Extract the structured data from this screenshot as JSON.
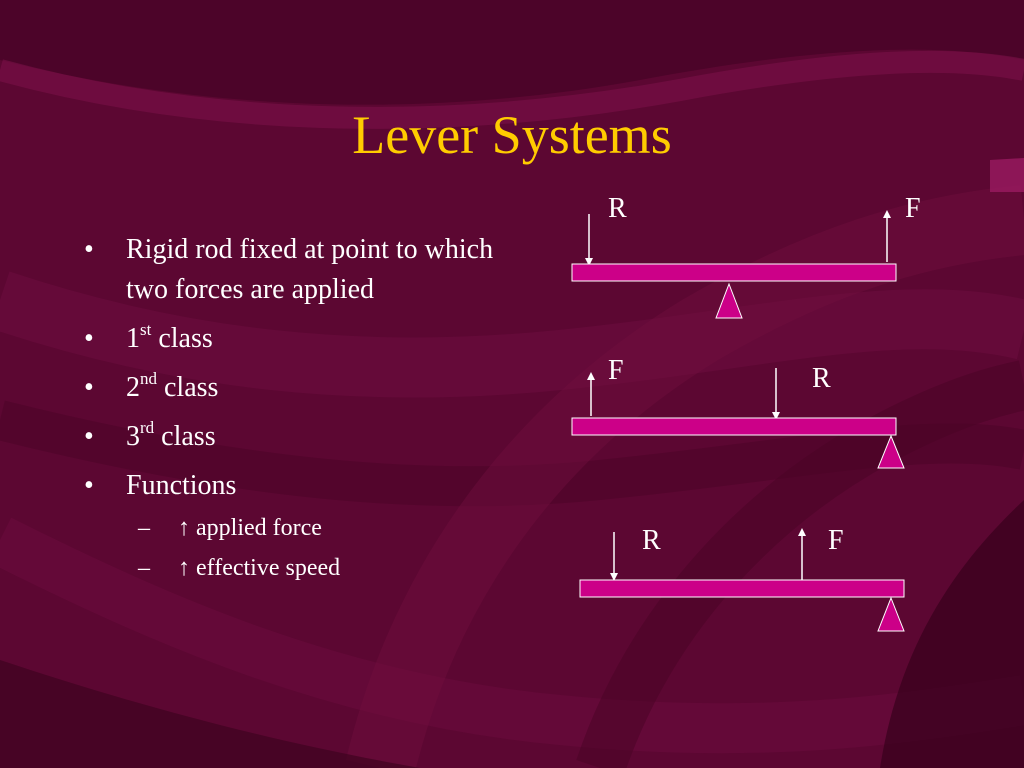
{
  "title": "Lever Systems",
  "bullets": {
    "item1": "Rigid rod fixed at point to which two forces are applied",
    "class1_num": "1",
    "class1_sup": "st",
    "class1_text": "class",
    "class2_num": "2",
    "class2_sup": "nd",
    "class2_text": "class",
    "class3_num": "3",
    "class3_sup": "rd",
    "class3_text": "class",
    "functions": "Functions",
    "sub1": "↑ applied force",
    "sub2": "↑ effective speed"
  },
  "diagram": {
    "lever1": {
      "left_label": "R",
      "right_label": "F"
    },
    "lever2": {
      "left_label": "F",
      "right_label": "R"
    },
    "lever3": {
      "left_label": "R",
      "right_label": "F"
    }
  },
  "colors": {
    "background": "#5a0730",
    "title": "#ffcc00",
    "text": "#ffffff",
    "lever": "#cc0088"
  }
}
